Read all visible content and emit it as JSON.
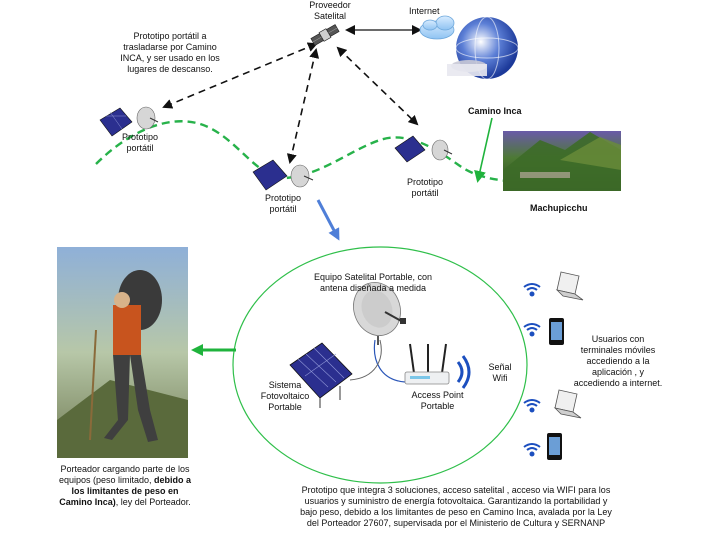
{
  "nodes": {
    "provider": {
      "line1": "Proveedor",
      "line2": "Satelital"
    },
    "internet": "Internet",
    "prototype_note": [
      "Prototipo portátil a",
      "trasladarse por Camino",
      "INCA, y ser usado en los",
      "lugares de descanso."
    ],
    "proto_label_line1": "Prototipo",
    "proto_label_line2": "portátil",
    "camino_inca": "Camino Inca",
    "machupicchu": "Machupicchu",
    "equipment_title": [
      "Equipo Satelital Portable, con",
      "antena diseñada a medida"
    ],
    "pv_system": [
      "Sistema",
      "Fotovoltaico",
      "Portable"
    ],
    "access_point": [
      "Access Point",
      "Portable"
    ],
    "wifi_signal": [
      "Señal",
      "Wifi"
    ],
    "users_note": [
      "Usuarios con",
      "terminales móviles",
      "accediendo a la",
      "aplicación , y",
      "accediendo a internet."
    ]
  },
  "captions": {
    "porter_line1": "Porteador cargando parte de los",
    "porter_line2a": "equipos (peso limitado, ",
    "porter_line2b": "debido a",
    "porter_line3": "los limitantes de peso en",
    "porter_line4a": "Camino Inca)",
    "porter_line4b": ", ley del Porteador.",
    "bottom": [
      "Prototipo que integra 3 soluciones, acceso satelital , acceso via WIFI para los",
      "usuarios y suministro de energía fotovoltaica. Garantizando la portabilidad y",
      "bajo peso, debido a los limitantes de peso en Camino Inca, avalada por la Ley",
      "del Porteador 27607, supervisada por el Ministerio de Cultura  y SERNANP"
    ]
  },
  "colors": {
    "trail": "#27b24a",
    "circle": "#2fbf4a",
    "blue_arrow": "#4f7fd8",
    "green_arrow": "#1fb33c",
    "panel": "#2b2f8f",
    "wifi": "#1c4fbf"
  },
  "icons": [
    "satellite-icon",
    "cloud-icon",
    "globe-icon",
    "solar-panel-icon",
    "dish-icon",
    "router-icon",
    "laptop-icon",
    "phone-icon",
    "wifi-icon"
  ]
}
